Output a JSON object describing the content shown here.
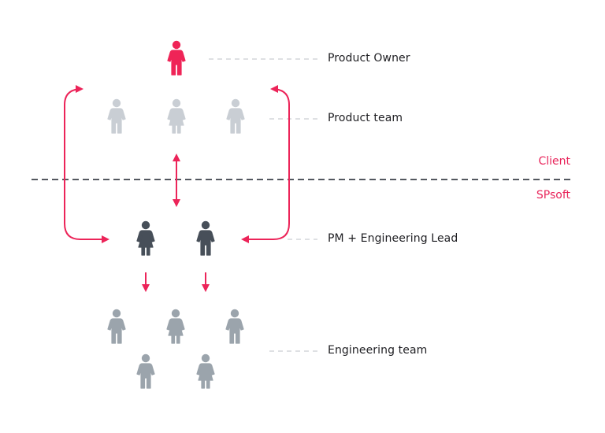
{
  "colors": {
    "accent": "#ec2459",
    "owner": "#ef2457",
    "product_team": "#c9ced4",
    "lead": "#474f59",
    "engineering": "#9ba4ac",
    "divider": "#54585f",
    "connector": "#d3d6da",
    "text": "#1e1e22"
  },
  "labels": {
    "product_owner": "Product Owner",
    "product_team": "Product team",
    "pm_lead": "PM + Engineering Lead",
    "engineering_team": "Engineering team"
  },
  "zones": {
    "client": "Client",
    "vendor": "SPsoft"
  },
  "groups": [
    {
      "name": "product-owner",
      "figures": [
        {
          "gender": "male"
        }
      ]
    },
    {
      "name": "product-team",
      "figures": [
        {
          "gender": "male"
        },
        {
          "gender": "female"
        },
        {
          "gender": "male"
        }
      ]
    },
    {
      "name": "pm-engineering-lead",
      "figures": [
        {
          "gender": "female"
        },
        {
          "gender": "male"
        }
      ]
    },
    {
      "name": "engineering-team",
      "figures": [
        {
          "gender": "male"
        },
        {
          "gender": "female"
        },
        {
          "gender": "male"
        },
        {
          "gender": "male"
        },
        {
          "gender": "female"
        }
      ]
    }
  ],
  "icons": {
    "person": "person-icon",
    "arrow": "arrow-icon"
  }
}
